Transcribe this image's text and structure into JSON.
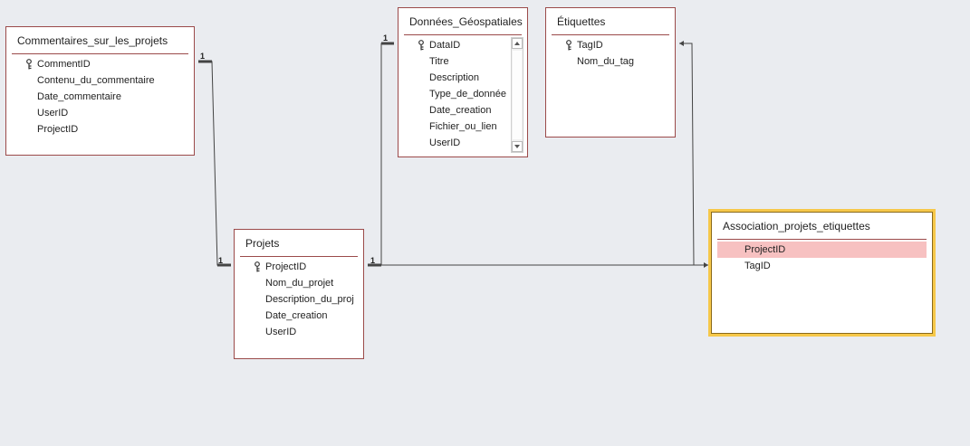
{
  "tables": {
    "commentaires": {
      "title": "Commentaires_sur_les_projets",
      "fields": [
        "CommentID",
        "Contenu_du_commentaire",
        "Date_commentaire",
        "UserID",
        "ProjectID"
      ]
    },
    "donnees": {
      "title": "Données_Géospatiales",
      "fields": [
        "DataID",
        "Titre",
        "Description",
        "Type_de_donnée",
        "Date_creation",
        "Fichier_ou_lien",
        "UserID"
      ]
    },
    "etiquettes": {
      "title": "Étiquettes",
      "fields": [
        "TagID",
        "Nom_du_tag"
      ]
    },
    "projets": {
      "title": "Projets",
      "fields": [
        "ProjectID",
        "Nom_du_projet",
        "Description_du_proj",
        "Date_creation",
        "UserID"
      ]
    },
    "association": {
      "title": "Association_projets_etiquettes",
      "fields": [
        "ProjectID",
        "TagID"
      ]
    }
  },
  "cardinality": {
    "one": "1"
  },
  "icons": {
    "primary_key": "key-icon"
  },
  "colors": {
    "table_border": "#9b4a4a",
    "selected_outline": "#f6c84a",
    "highlight_row": "#f7c1c1",
    "background": "#eaecf0"
  }
}
